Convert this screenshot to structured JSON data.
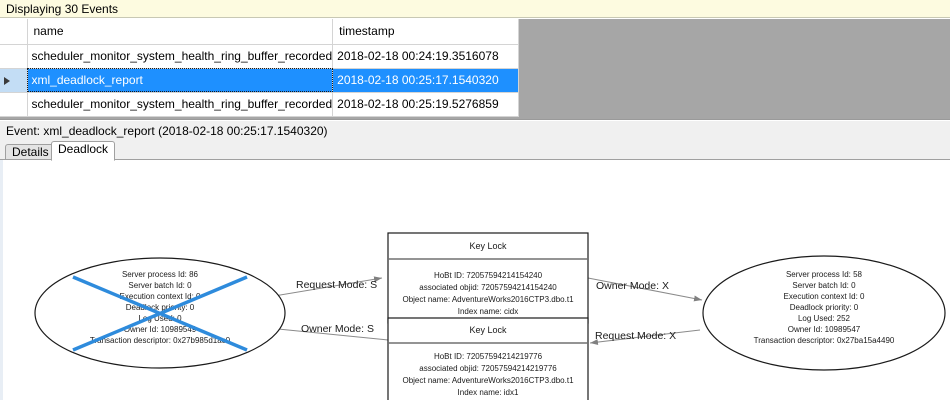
{
  "banner": {
    "text": "Displaying 30 Events"
  },
  "grid": {
    "columns": [
      "",
      "name",
      "timestamp"
    ],
    "rows": [
      {
        "marker": "",
        "name": "scheduler_monitor_system_health_ring_buffer_recorded",
        "timestamp": "2018-02-18 00:24:19.3516078",
        "selected": false
      },
      {
        "marker": "▶",
        "name": "xml_deadlock_report",
        "timestamp": "2018-02-18 00:25:17.1540320",
        "selected": true
      },
      {
        "marker": "",
        "name": "scheduler_monitor_system_health_ring_buffer_recorded",
        "timestamp": "2018-02-18 00:25:19.5276859",
        "selected": false
      }
    ],
    "selection_color": "#1e90ff",
    "empty_area_color": "#a6a6a6"
  },
  "event_header": {
    "text": "Event: xml_deadlock_report (2018-02-18 00:25:17.1540320)"
  },
  "tabs": [
    {
      "label": "Details",
      "active": false
    },
    {
      "label": "Deadlock",
      "active": true
    }
  ],
  "deadlock_graph": {
    "victim_cross_color": "#2e8bdc",
    "victim_process": {
      "lines": [
        "Server process Id: 86",
        "Server batch Id: 0",
        "Execution context Id: 0",
        "Deadlock priority: 0",
        "Log Used: 0",
        "Owner Id: 10989549",
        "Transaction descriptor: 0x27b985d1ac0"
      ]
    },
    "survivor_process": {
      "lines": [
        "Server process Id: 58",
        "Server batch Id: 0",
        "Execution context Id: 0",
        "Deadlock priority: 0",
        "Log Used: 252",
        "Owner Id: 10989547",
        "Transaction descriptor: 0x27ba15a4490"
      ]
    },
    "resources": [
      {
        "title": "Key Lock",
        "lines": [
          "HoBt ID: 72057594214154240",
          "associated objid: 72057594214154240",
          "Object name: AdventureWorks2016CTP3.dbo.t1",
          "Index name: cidx"
        ]
      },
      {
        "title": "Key Lock",
        "lines": [
          "HoBt ID: 72057594214219776",
          "associated objid: 72057594214219776",
          "Object name: AdventureWorks2016CTP3.dbo.t1",
          "Index name: idx1"
        ]
      }
    ],
    "edges": [
      {
        "label": "Request Mode: S",
        "from": "victim_process",
        "to": "resource_0"
      },
      {
        "label": "Owner Mode: X",
        "from": "resource_0",
        "to": "survivor_process"
      },
      {
        "label": "Owner Mode: S",
        "from": "resource_1",
        "to": "victim_process"
      },
      {
        "label": "Request Mode: X",
        "from": "survivor_process",
        "to": "resource_1"
      }
    ]
  }
}
